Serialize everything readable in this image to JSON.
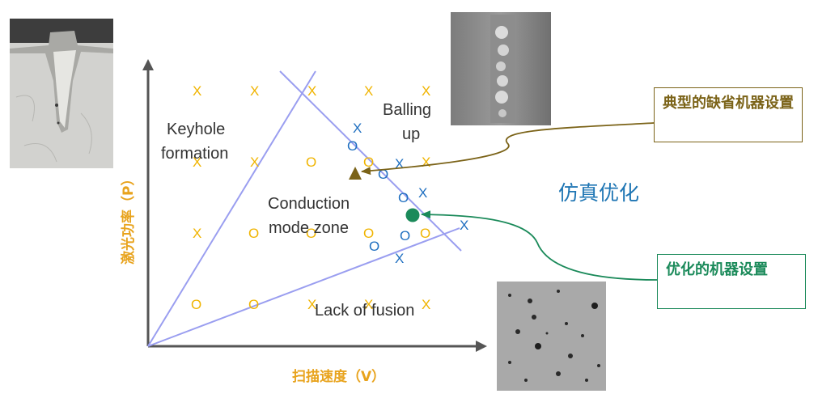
{
  "diagram": {
    "y_axis_label": "激光功率（P）",
    "x_axis_label": "扫描速度（V）",
    "zones": {
      "keyhole_line1": "Keyhole",
      "keyhole_line2": "formation",
      "balling_line1": "Balling",
      "balling_line2": "up",
      "conduction_line1": "Conduction",
      "conduction_line2": "mode zone",
      "lack_of_fusion": "Lack of fusion"
    },
    "simulation_title": "仿真优化",
    "callout_default": "典型的缺省机器设置",
    "callout_optimized": "优化的机器设置",
    "markers": {
      "x_glyph": "X",
      "o_glyph": "O"
    },
    "colors": {
      "axis": "#555555",
      "boundary_lines": "#9a9ef0",
      "experimental_points": "#f0b400",
      "simulation_points": "#1f6fc0",
      "default_setting": "#7b6318",
      "optimized_setting": "#1b8a5a",
      "axis_labels": "#e8a31d"
    }
  }
}
